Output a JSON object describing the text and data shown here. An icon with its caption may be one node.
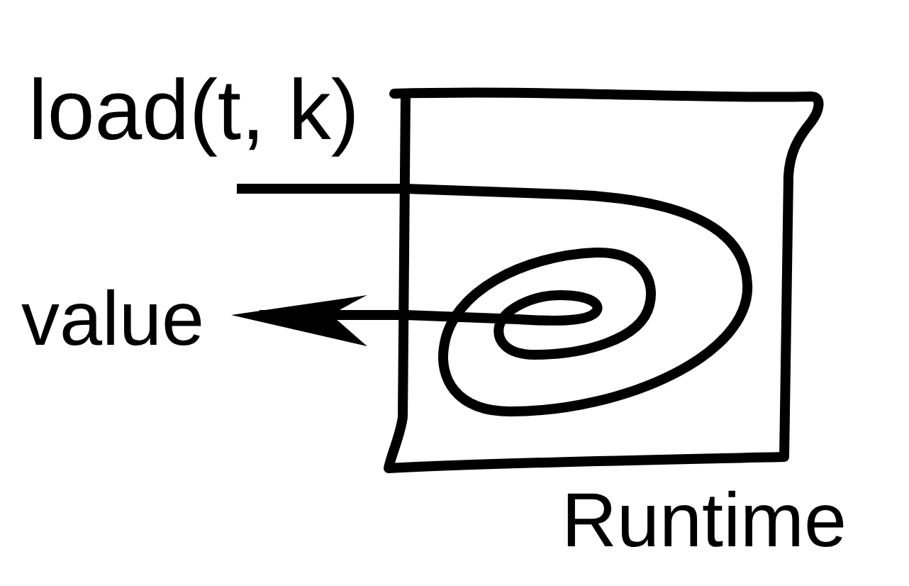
{
  "diagram": {
    "nodes": [
      {
        "text": [
          "load(t, k)"
        ]
      },
      {
        "text": [
          "Runtime"
        ]
      },
      {
        "text": [
          "value"
        ]
      }
    ],
    "edges": [
      {
        "from": 0,
        "to": 1,
        "arrow": "none"
      },
      {
        "from": 1,
        "to": 2,
        "arrow": "to"
      }
    ]
  }
}
